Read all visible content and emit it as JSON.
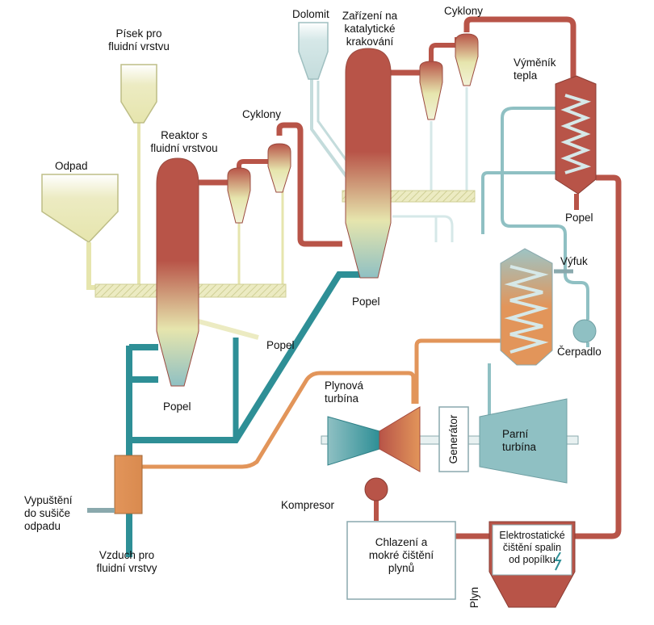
{
  "colors": {
    "hot": "#b85448",
    "cool": "#8fc0c3",
    "air": "#2e8f96",
    "warm": "#e2955a",
    "yellow": "#e6e5ad",
    "frame": "#8aa9ad"
  },
  "labels": {
    "pisek": "Písek pro\nfluidní vrstvu",
    "odpad": "Odpad",
    "reaktor": "Reaktor s\nfluidní vrstvou",
    "cyklony_left": "Cyklony",
    "dolomit": "Dolomit",
    "krakovani": "Zařízení na\nkatalytické\nkrakování",
    "cyklony_right": "Cyklony",
    "vymenik": "Výměník\ntepla",
    "popel_exchanger": "Popel",
    "vyfuk": "Výfuk",
    "popel_cracker": "Popel",
    "cerpadlo": "Čerpadlo",
    "popel_side": "Popel",
    "popel_reactor": "Popel",
    "plynova_turbina": "Plynová\nturbína",
    "generator": "Generátor",
    "parni_turbina": "Parní\nturbína",
    "kompresor": "Kompresor",
    "vypusteni": "Vypuštění\ndo sušiče\nodpadu",
    "vzduch": "Vzduch pro\nfluidní vrstvy",
    "chlazeni": "Chlazení a\nmokré čištění\nplynů",
    "elektrostaticke": "Elektrostatické\nčištění spalin\nod popílku",
    "plyn": "Plyn"
  }
}
